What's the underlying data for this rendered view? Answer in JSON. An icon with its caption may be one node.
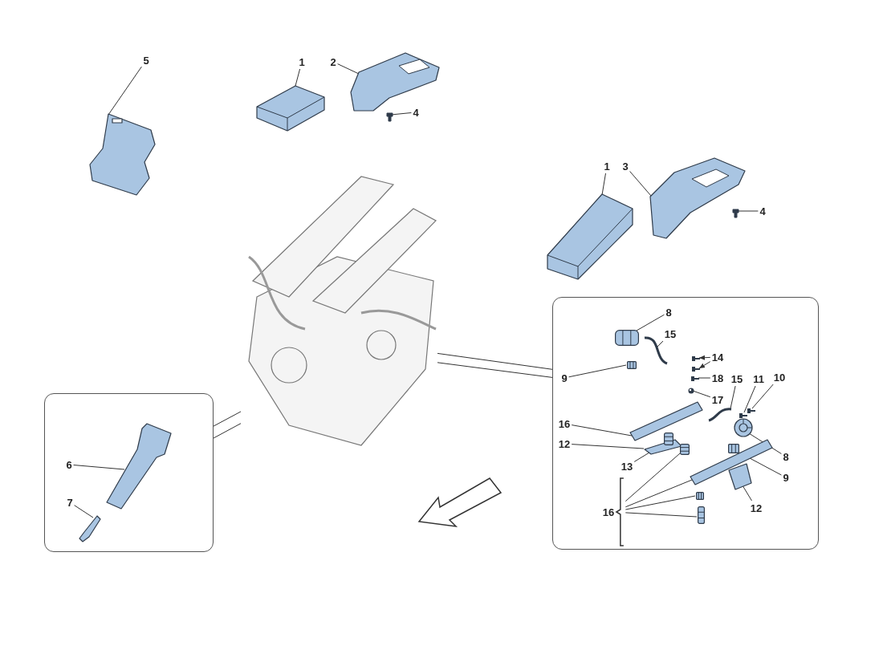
{
  "diagram": {
    "nodes": [
      {
        "text": [
          "5"
        ]
      },
      {
        "text": [],
        "shape": "picture"
      },
      {
        "text": [
          "1"
        ]
      },
      {
        "text": [],
        "shape": "picture"
      },
      {
        "text": [
          "2"
        ]
      },
      {
        "text": [],
        "shape": "picture"
      },
      {
        "text": [
          "4"
        ]
      },
      {
        "text": [],
        "shape": "picture"
      },
      {
        "text": [],
        "shape": "picture"
      },
      {
        "text": [
          "1"
        ]
      },
      {
        "text": [],
        "shape": "picture"
      },
      {
        "text": [
          "3"
        ]
      },
      {
        "text": [],
        "shape": "picture"
      },
      {
        "text": [
          "4"
        ]
      },
      {
        "text": [],
        "shape": "picture"
      },
      {
        "text": [],
        "shape": "box"
      },
      {
        "text": [
          "8"
        ],
        "in": 15
      },
      {
        "text": [
          "15"
        ],
        "in": 15
      },
      {
        "text": [
          "9"
        ],
        "in": 15
      },
      {
        "text": [
          "14"
        ],
        "in": 15
      },
      {
        "text": [
          "18"
        ],
        "in": 15
      },
      {
        "text": [
          "17"
        ],
        "in": 15
      },
      {
        "text": [
          "15"
        ],
        "in": 15
      },
      {
        "text": [
          "11"
        ],
        "in": 15
      },
      {
        "text": [
          "10"
        ],
        "in": 15
      },
      {
        "text": [
          "16"
        ],
        "in": 15
      },
      {
        "text": [
          "12"
        ],
        "in": 15
      },
      {
        "text": [
          "13"
        ],
        "in": 15
      },
      {
        "text": [
          "8"
        ],
        "in": 15
      },
      {
        "text": [
          "9"
        ],
        "in": 15
      },
      {
        "text": [
          "12"
        ],
        "in": 15
      },
      {
        "text": [
          "16"
        ],
        "in": 15
      },
      {
        "text": [],
        "shape": "box"
      },
      {
        "text": [
          "6"
        ],
        "in": 32
      },
      {
        "text": [],
        "shape": "picture",
        "in": 32
      },
      {
        "text": [
          "7"
        ],
        "in": 32
      },
      {
        "text": [],
        "shape": "picture",
        "in": 32
      },
      {
        "text": [],
        "shape": "picture",
        "in": 15
      },
      {
        "text": [],
        "shape": "picture",
        "in": 15
      },
      {
        "text": [],
        "shape": "picture",
        "in": 15
      },
      {
        "text": [],
        "shape": "picture",
        "in": 15
      },
      {
        "text": [],
        "shape": "picture",
        "in": 15
      },
      {
        "text": [],
        "shape": "picture",
        "in": 15
      },
      {
        "text": [],
        "shape": "picture",
        "in": 15
      },
      {
        "text": [],
        "shape": "picture",
        "in": 15
      },
      {
        "text": [],
        "shape": "picture",
        "in": 15
      },
      {
        "text": [],
        "shape": "picture",
        "in": 15
      },
      {
        "text": [],
        "shape": "picture",
        "in": 15
      },
      {
        "text": [],
        "shape": "picture",
        "in": 15
      },
      {
        "text": [],
        "shape": "picture",
        "in": 15
      },
      {
        "text": [],
        "shape": "picture",
        "in": 15
      },
      {
        "text": [],
        "shape": "picture",
        "in": 15
      },
      {
        "text": [],
        "shape": "picture",
        "in": 15
      },
      {
        "text": [],
        "shape": "picture",
        "in": 15
      },
      {
        "text": [],
        "shape": "picture",
        "in": 15
      },
      {
        "text": [],
        "shape": "picture",
        "in": 15
      },
      {
        "text": [],
        "shape": "picture",
        "in": 15
      }
    ],
    "edges": [
      {
        "from": 0,
        "to": 1,
        "arrow": "none"
      },
      {
        "from": 2,
        "to": 3,
        "arrow": "none"
      },
      {
        "from": 4,
        "to": 5,
        "arrow": "none"
      },
      {
        "from": 6,
        "to": 7,
        "arrow": "none"
      },
      {
        "from": 9,
        "to": 10,
        "arrow": "none"
      },
      {
        "from": 11,
        "to": 12,
        "arrow": "none"
      },
      {
        "from": 13,
        "to": 14,
        "arrow": "none"
      },
      {
        "from": 16,
        "to": 37,
        "arrow": "none"
      },
      {
        "from": 17,
        "to": 38,
        "arrow": "none"
      },
      {
        "from": 18,
        "to": 39,
        "arrow": "none"
      },
      {
        "from": 19,
        "to": 40,
        "arrow": "to"
      },
      {
        "from": 19,
        "to": 41,
        "arrow": "to"
      },
      {
        "from": 20,
        "to": 42,
        "arrow": "none"
      },
      {
        "from": 21,
        "to": 43,
        "arrow": "none"
      },
      {
        "from": 22,
        "to": 44,
        "arrow": "none"
      },
      {
        "from": 23,
        "to": 45,
        "arrow": "none"
      },
      {
        "from": 24,
        "to": 46,
        "arrow": "none"
      },
      {
        "from": 25,
        "to": 47,
        "arrow": "none"
      },
      {
        "from": 26,
        "to": 48,
        "arrow": "none"
      },
      {
        "from": 27,
        "to": 49,
        "arrow": "none"
      },
      {
        "from": 28,
        "to": 50,
        "arrow": "none"
      },
      {
        "from": 29,
        "to": 51,
        "arrow": "none"
      },
      {
        "from": 30,
        "to": 52,
        "arrow": "none"
      },
      {
        "from": 31,
        "to": 53,
        "arrow": "none"
      },
      {
        "from": 31,
        "to": 54,
        "arrow": "none"
      },
      {
        "from": 31,
        "to": 55,
        "arrow": "none"
      },
      {
        "from": 31,
        "to": 56,
        "arrow": "none"
      },
      {
        "from": 33,
        "to": 34,
        "arrow": "none"
      },
      {
        "from": 35,
        "to": 36,
        "arrow": "none"
      },
      {
        "from": 15,
        "to": 8,
        "arrow": "none"
      },
      {
        "from": 15,
        "to": 8,
        "arrow": "none"
      },
      {
        "from": 32,
        "to": 8,
        "arrow": "none"
      },
      {
        "from": 32,
        "to": 8,
        "arrow": "none"
      }
    ]
  }
}
